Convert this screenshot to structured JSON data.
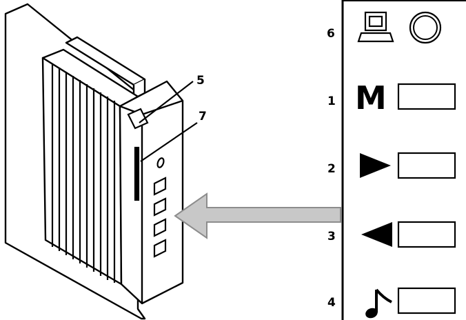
{
  "callouts": {
    "five": "5",
    "seven": "7",
    "six": "6",
    "one": "1",
    "two": "2",
    "three": "3",
    "four": "4"
  },
  "panel": {
    "mode_letter": "M"
  },
  "colors": {
    "stroke": "#000000",
    "arrow_fill": "#c8c8c8",
    "arrow_stroke": "#8c8c8c",
    "background": "#ffffff"
  },
  "icons": {
    "computer": "laptop-icon",
    "disc": "circle-icon",
    "forward": "play-right-icon",
    "back": "play-left-icon",
    "music": "music-note-icon"
  }
}
